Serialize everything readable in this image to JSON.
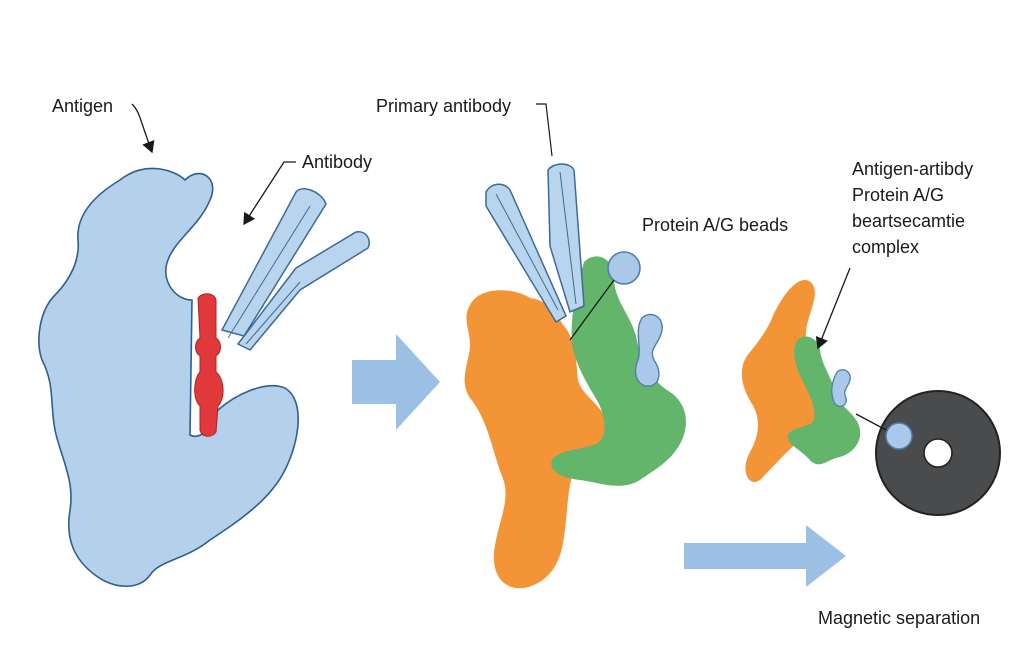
{
  "labels": {
    "antigen": "Antigen",
    "antibody": "Antibody",
    "primary_antibody": "Primary antibody",
    "protein_beads": "Protein A/G beads",
    "complex_line1": "Antigen-artibdy",
    "complex_line2": "Protein A/G",
    "complex_line3": "beartsecamtie",
    "complex_line4": "complex",
    "magnetic_separation": "Magnetic separation"
  },
  "colors": {
    "antigen_fill": "#b4d0ea",
    "antigen_stroke": "#2f5f8f",
    "epitope": "#e0393c",
    "antibody_fill": "#b9d5ee",
    "protein_orange": "#f39536",
    "protein_green": "#62b56b",
    "bead_blue": "#a9c8ea",
    "arrow_blue": "#9cbfe4",
    "magnet_dark": "#4a4b4d"
  }
}
